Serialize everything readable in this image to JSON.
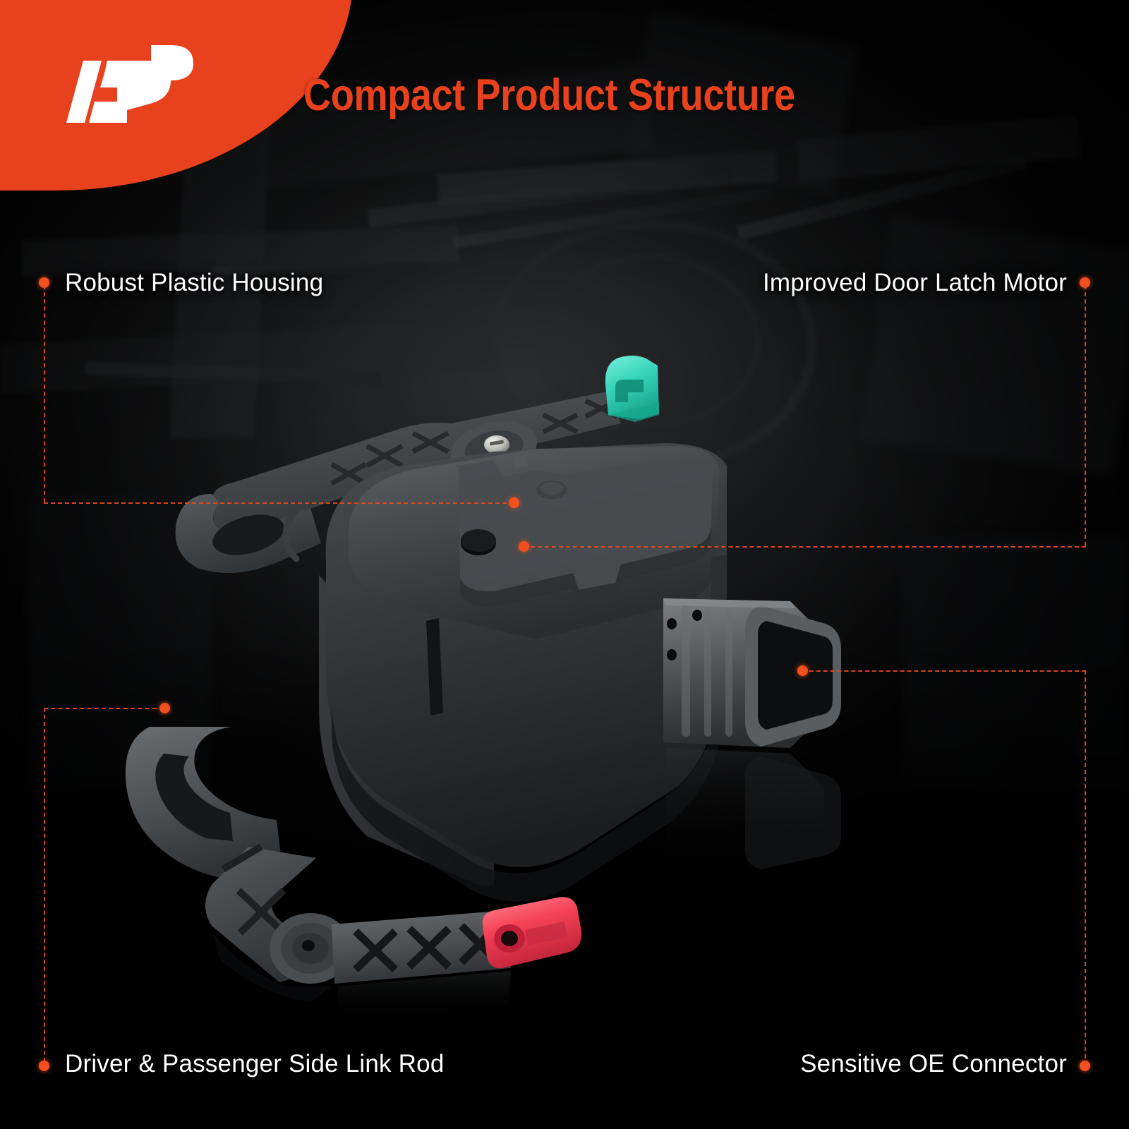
{
  "brand": {
    "logo_icon": "hp-arrow-logo-icon",
    "badge_color": "#e8411d"
  },
  "header": {
    "title": "Compact Product Structure",
    "title_color": "#e8411d"
  },
  "product": {
    "name": "door-lock-actuator",
    "housing_color": "#3a3c3e",
    "teal_clip_color": "#3dd9c0",
    "red_clip_color": "#f54257"
  },
  "callouts": [
    {
      "id": "robust-plastic-housing",
      "label": "Robust Plastic Housing",
      "position": "top-left",
      "marker_color": "#f2501f"
    },
    {
      "id": "improved-door-latch-motor",
      "label": "Improved Door Latch Motor",
      "position": "top-right",
      "marker_color": "#f2501f"
    },
    {
      "id": "driver-passenger-side-link-rod",
      "label": "Driver & Passenger Side Link Rod",
      "position": "bottom-left",
      "marker_color": "#f2501f"
    },
    {
      "id": "sensitive-oe-connector",
      "label": "Sensitive OE Connector",
      "position": "bottom-right",
      "marker_color": "#f2501f"
    }
  ]
}
